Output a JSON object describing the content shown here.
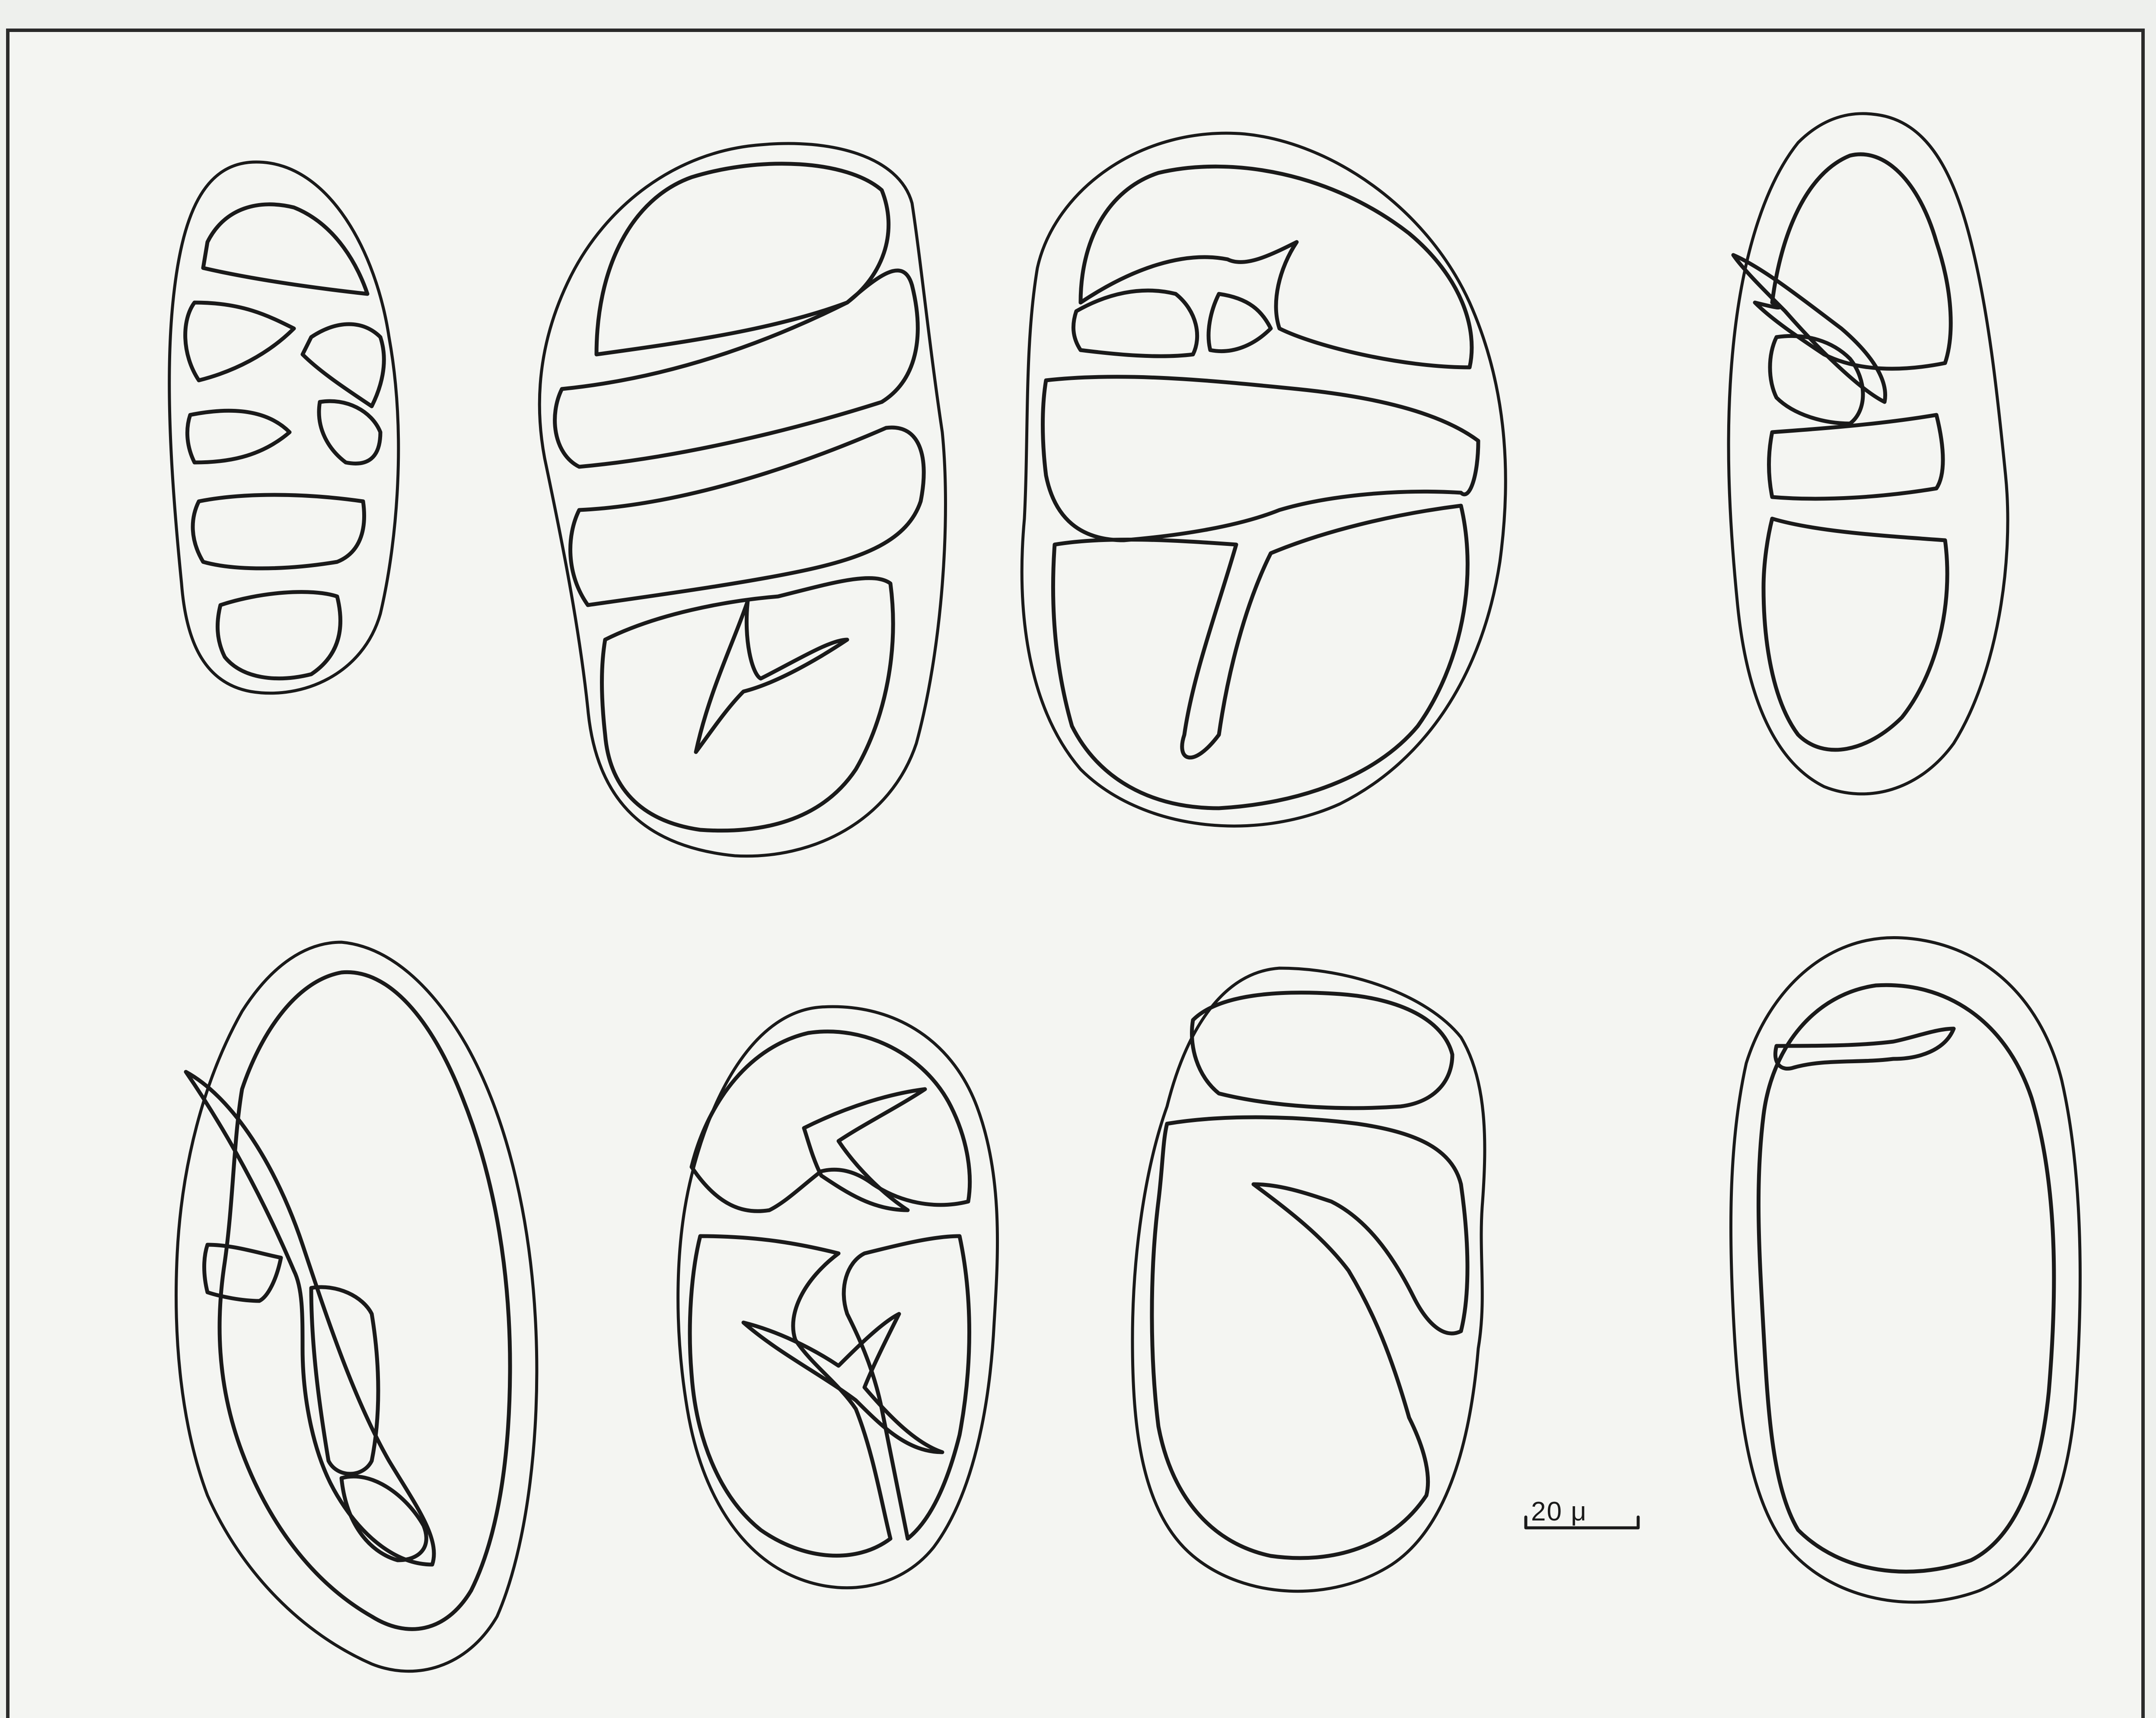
{
  "scale_bar": {
    "label": "20 μ"
  },
  "figures": [
    {
      "name": "foraminifer-1",
      "row": "top",
      "col": 1
    },
    {
      "name": "foraminifer-2",
      "row": "top",
      "col": 2
    },
    {
      "name": "foraminifer-3",
      "row": "top",
      "col": 3
    },
    {
      "name": "foraminifer-4",
      "row": "top",
      "col": 4
    },
    {
      "name": "foraminifer-5",
      "row": "bottom",
      "col": 1
    },
    {
      "name": "foraminifer-6",
      "row": "bottom",
      "col": 2
    },
    {
      "name": "foraminifer-7",
      "row": "bottom",
      "col": 3
    },
    {
      "name": "foraminifer-8",
      "row": "bottom",
      "col": 4
    }
  ],
  "colors": {
    "ink": "#1a1a1a",
    "paper": "#f4f5f2",
    "background": "#eef0ed"
  }
}
